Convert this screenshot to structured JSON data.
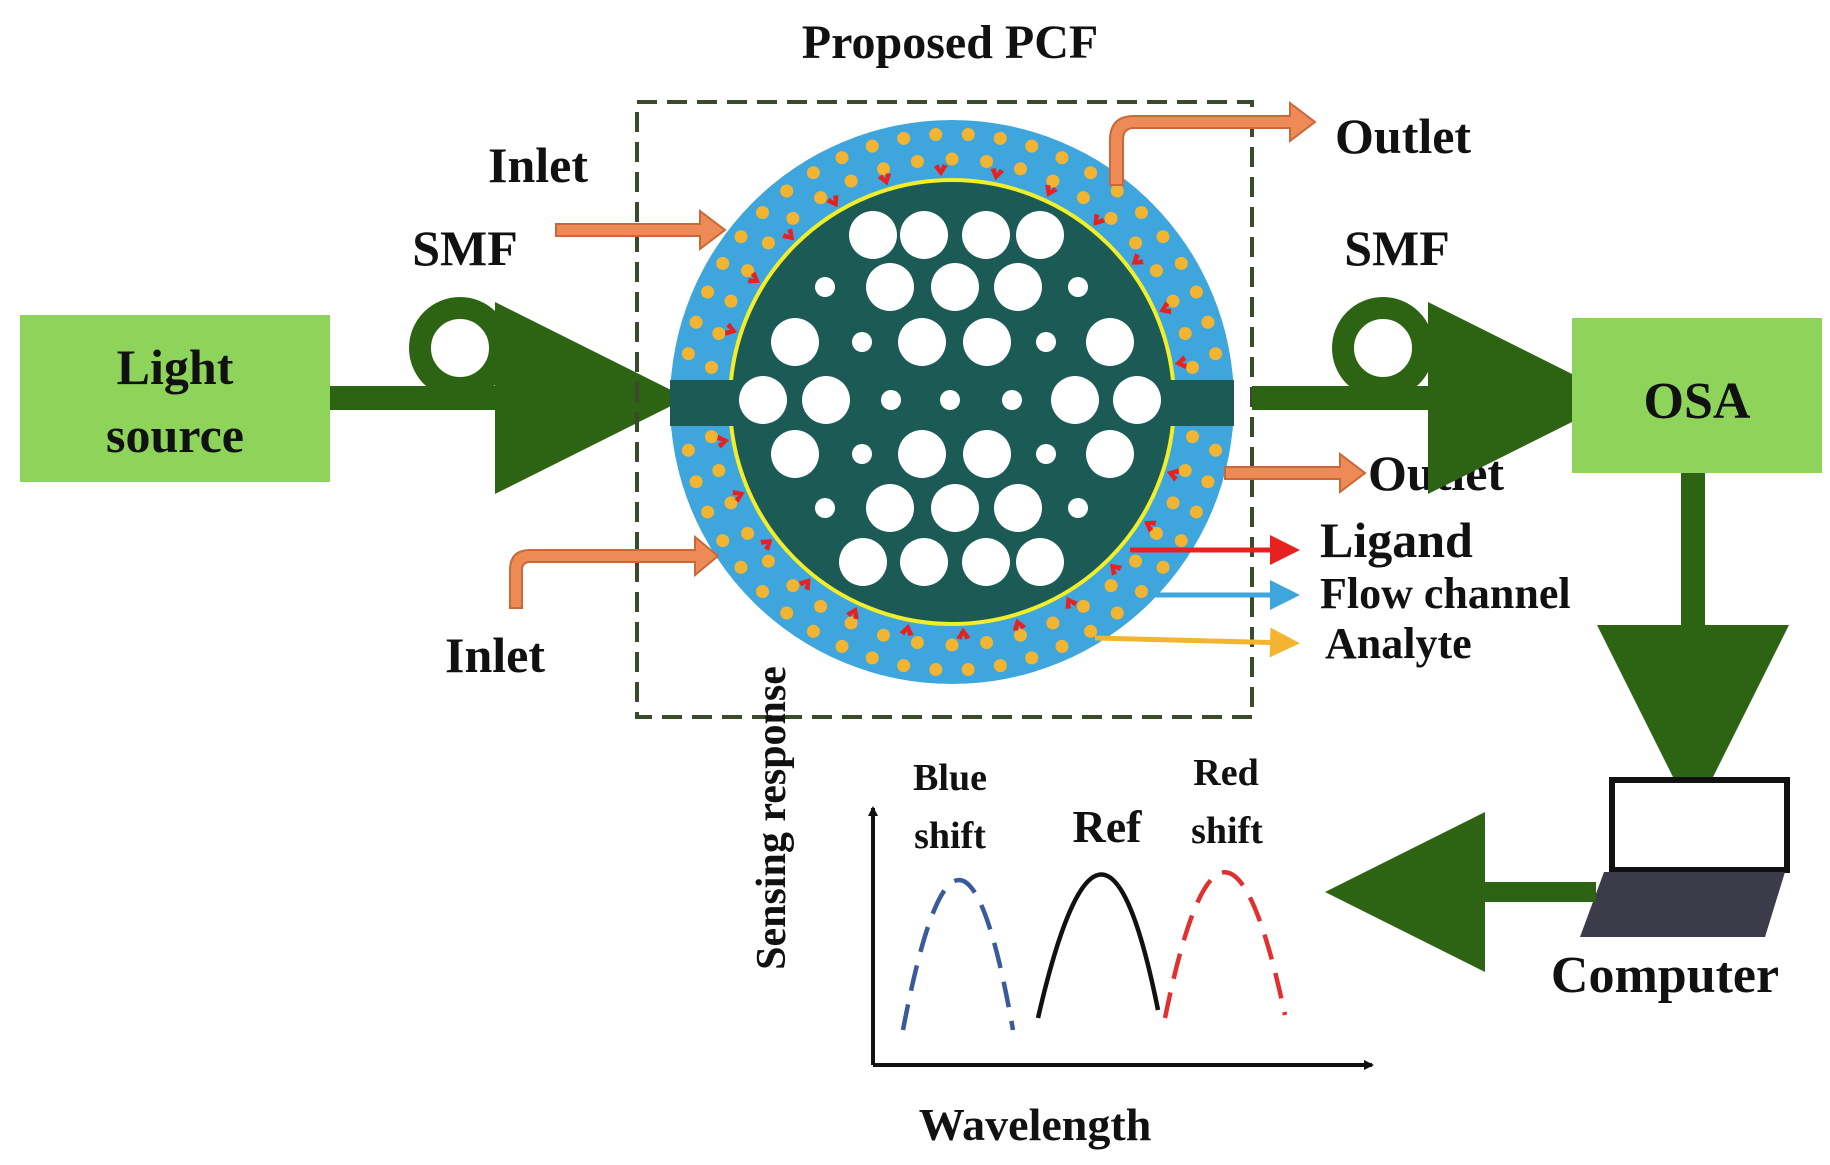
{
  "title": "Proposed PCF",
  "blocks": {
    "light_source": [
      "Light",
      "source"
    ],
    "osa": "OSA",
    "computer": "Computer"
  },
  "fibers": {
    "smf_left": "SMF",
    "smf_right": "SMF"
  },
  "flow": {
    "inlet_top": "Inlet",
    "inlet_bottom": "Inlet",
    "outlet_top": "Outlet",
    "outlet_right": "Outlet"
  },
  "legend": {
    "ligand": "Ligand",
    "flow_channel": "Flow channel",
    "analyte": "Analyte"
  },
  "response_plot": {
    "ylabel": "Sensing response",
    "xlabel": "Wavelength",
    "blue_shift": [
      "Blue",
      "shift"
    ],
    "ref": "Ref",
    "red_shift": [
      "Red",
      "shift"
    ]
  },
  "colors": {
    "fiber_green": "#2d6414",
    "block_green": "#8ed45a",
    "pcf_core": "#1c5a55",
    "flow_channel": "#3ea6dc",
    "analyte": "#f3b531",
    "ligand": "#e8201f",
    "inlet_arrow": "#ee8a55",
    "gold_ring": "#f2ee2a",
    "blue_curve": "#3b5a9a",
    "red_curve": "#e23030",
    "laptop_base": "#3b3b4a",
    "frame_dash": "#3a4a2a"
  }
}
